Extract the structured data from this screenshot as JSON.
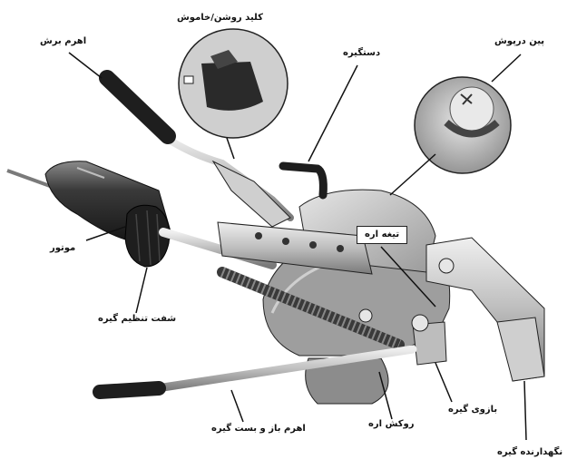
{
  "labels": {
    "switch": "کلید روشن/خاموش",
    "cutting_lever": "اهرم برش",
    "handle": "دستگیره",
    "lid_pin": "پین درپوش",
    "motor": "موتور",
    "saw_blade": "تیغه اره",
    "clamp_adjust_shaft": "شفت تنظیم گیره",
    "clamp_jaw": "بازوی گیره",
    "saw_cover": "روکش اره",
    "clamp_open_close_lever": "اهرم باز و بست گیره",
    "clamp_holder": "نگهدارنده گیره"
  },
  "colors": {
    "ink": "#111111",
    "metal_light": "#d9d9d9",
    "metal_mid": "#a8a8a8",
    "metal_dark": "#5a5a5a",
    "rubber": "#1e1e1e"
  }
}
